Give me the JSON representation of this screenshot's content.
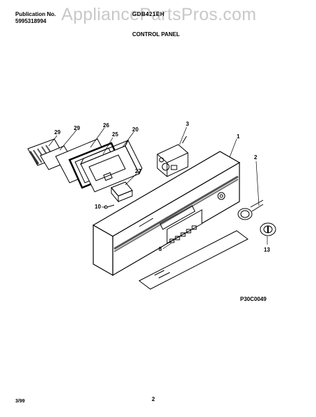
{
  "header": {
    "publication_label": "Publication No.",
    "publication_number": "5995318994",
    "model": "GDB421EH",
    "section_title": "CONTROL PANEL"
  },
  "watermark": "AppliancePartsPros.com",
  "callouts": {
    "c29a": "29",
    "c29b": "29",
    "c26": "26",
    "c25": "25",
    "c20": "20",
    "c3": "3",
    "c1": "1",
    "c27": "27",
    "c10": "10",
    "c2": "2",
    "c8": "8",
    "c13": "13"
  },
  "part_code": "P30C0049",
  "footer": {
    "date": "3/99",
    "page": "2"
  }
}
